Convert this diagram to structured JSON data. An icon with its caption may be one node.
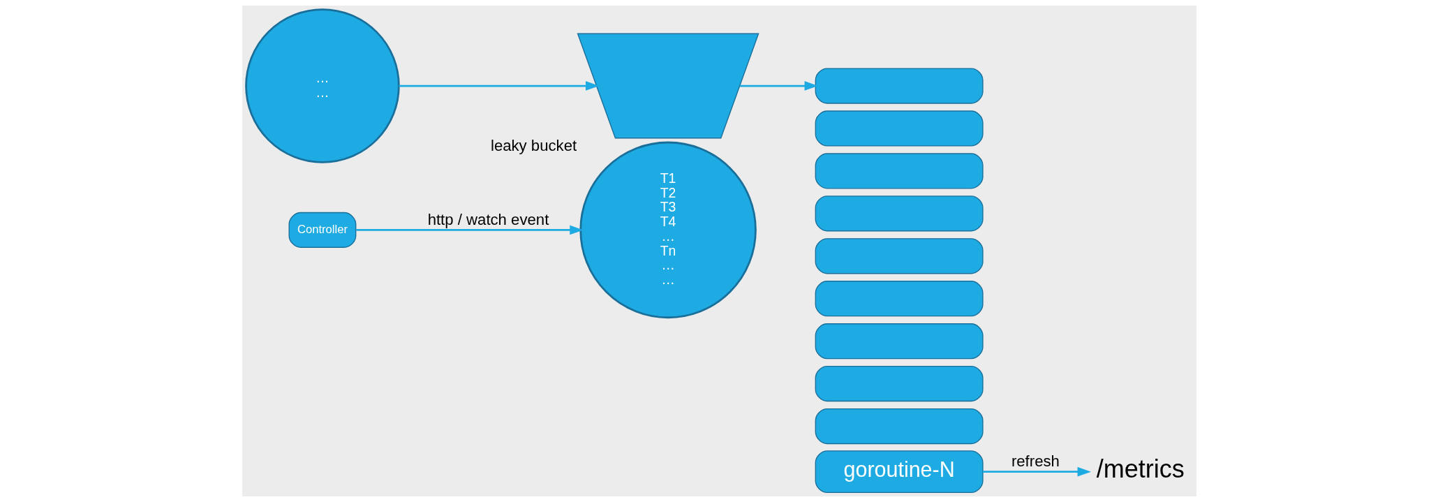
{
  "diagram": {
    "nodes": [
      {
        "text": [
          "Controller"
        ]
      },
      {
        "text": [
          "T1",
          "T2",
          "T3",
          "T4",
          "…",
          "Tn",
          "…",
          "…"
        ]
      },
      {
        "text": [
          "…",
          "…"
        ]
      },
      {
        "text": [],
        "shape": "trapezium",
        "beside": [
          "leaky bucket"
        ]
      },
      {
        "text": [],
        "shape": "box"
      },
      {
        "text": [],
        "shape": "box"
      },
      {
        "text": [],
        "shape": "box"
      },
      {
        "text": [],
        "shape": "box"
      },
      {
        "text": [],
        "shape": "box"
      },
      {
        "text": [],
        "shape": "box"
      },
      {
        "text": [],
        "shape": "box"
      },
      {
        "text": [],
        "shape": "box"
      },
      {
        "text": [],
        "shape": "box"
      },
      {
        "text": [
          "goroutine-N"
        ]
      },
      {
        "text": [
          "/metrics"
        ]
      }
    ],
    "edges": [
      {
        "from": 0,
        "to": 1,
        "arrow": "to",
        "label": "http / watch event"
      },
      {
        "from": 2,
        "to": 3,
        "arrow": "to"
      },
      {
        "from": 3,
        "to": 4,
        "arrow": "to"
      },
      {
        "from": 13,
        "to": 14,
        "arrow": "to",
        "label": "refresh"
      }
    ]
  }
}
